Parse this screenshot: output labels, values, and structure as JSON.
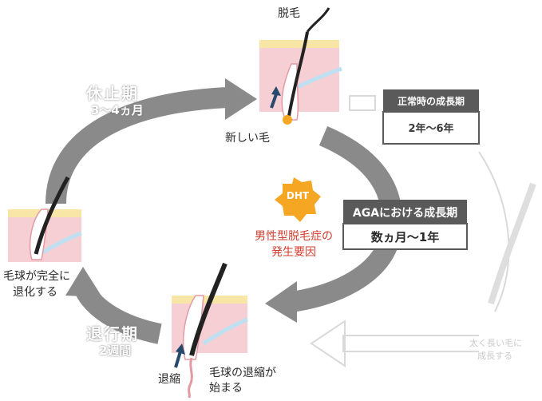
{
  "phases": {
    "rest": {
      "title": "休止期",
      "duration": "3〜4ヵ月"
    },
    "regression": {
      "title": "退行期",
      "duration": "2週間"
    }
  },
  "labels": {
    "shedding": "脱毛",
    "new_hair": "新しい毛",
    "bulb_regressed_line1": "毛球が完全に",
    "bulb_regressed_line2": "退化する",
    "shrink": "退縮",
    "bulb_shrink_line1": "毛球の退縮が",
    "bulb_shrink_line2": "始まる",
    "grow_thick_line1": "太く長い毛に",
    "grow_thick_line2": "成長する"
  },
  "dht": {
    "badge": "DHT",
    "cause_line1": "男性型脱毛症の",
    "cause_line2": "発生要因"
  },
  "normal_growth": {
    "title": "正常時の成長期",
    "duration": "2年〜6年"
  },
  "aga_growth": {
    "title": "AGAにおける成長期",
    "duration": "数ヵ月〜1年"
  },
  "colors": {
    "arrow_gray": "#8a8a8a",
    "dark_box": "#5a5a5a",
    "dht_orange": "#f5a623",
    "red_text": "#d23c2d",
    "skin_pink": "#f6cfd4",
    "skin_yellow": "#f7e6a6",
    "vessel_blue": "#bfe0f0"
  }
}
